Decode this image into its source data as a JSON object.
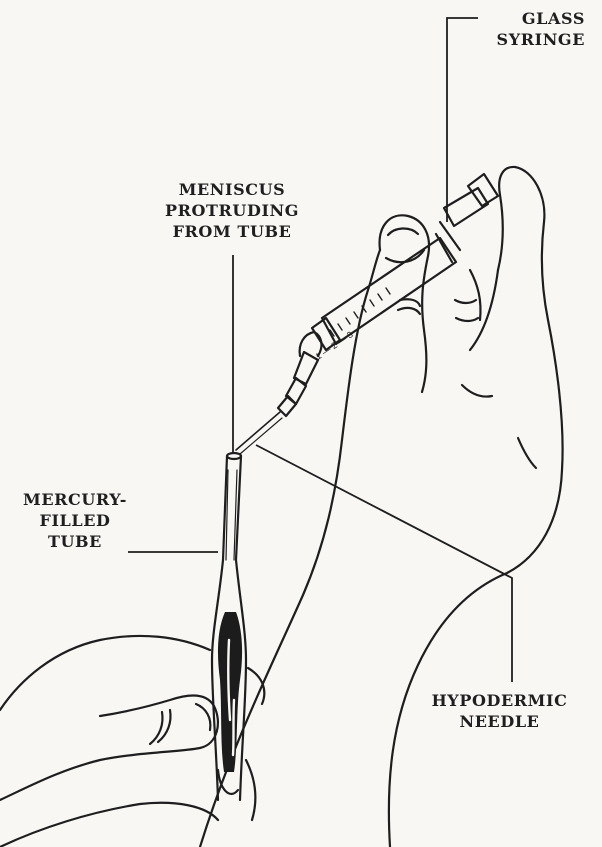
{
  "labels": {
    "glass_syringe": [
      "GLASS",
      "SYRINGE"
    ],
    "meniscus": [
      "MENISCUS",
      "PROTRUDING",
      "FROM TUBE"
    ],
    "mercury_tube": [
      "MERCURY-",
      "FILLED",
      "TUBE"
    ],
    "hypodermic_needle": [
      "HYPODERMIC",
      "NEEDLE"
    ]
  }
}
